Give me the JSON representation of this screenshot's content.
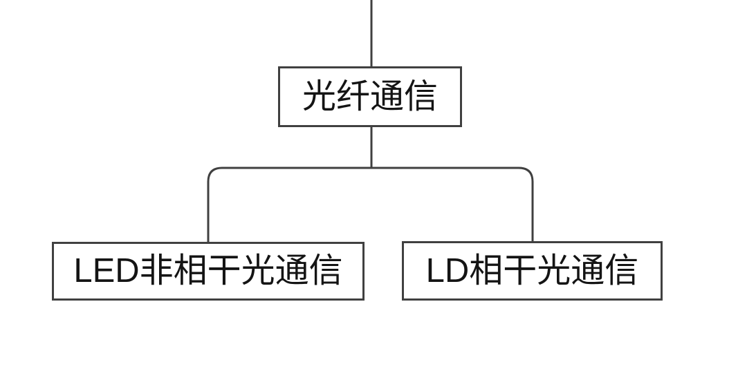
{
  "diagram": {
    "type": "tree",
    "root": {
      "label": "光纤通信"
    },
    "children": [
      {
        "label": "LED非相干光通信"
      },
      {
        "label": "LD相干光通信"
      }
    ],
    "style": {
      "line_color": "#404040",
      "box_border_color": "#404040",
      "text_color": "#141414",
      "background_color": "#ffffff"
    }
  }
}
